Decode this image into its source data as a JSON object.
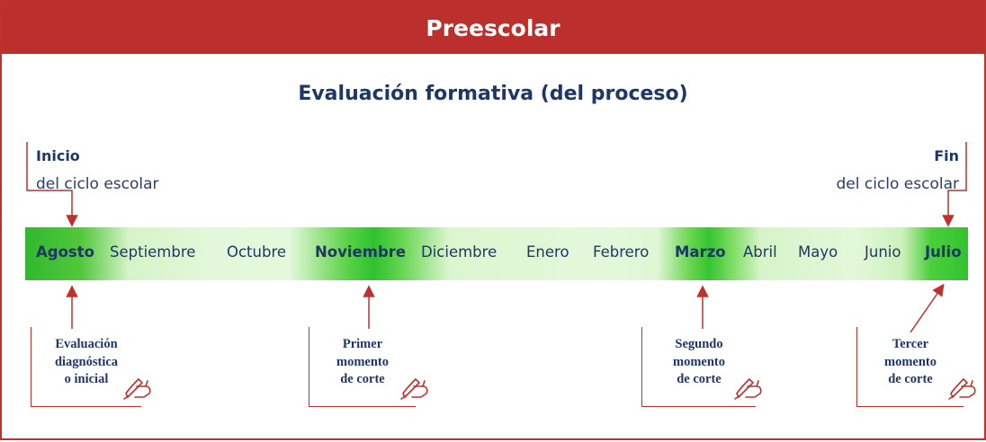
{
  "header": {
    "title": "Preescolar"
  },
  "subtitle": "Evaluación formativa (del proceso)",
  "start_label": {
    "bold": "Inicio",
    "text": "del ciclo escolar"
  },
  "end_label": {
    "bold": "Fin",
    "text": "del ciclo escolar"
  },
  "months": [
    {
      "label": "Agosto",
      "bold": true
    },
    {
      "label": "Septiembre",
      "bold": false
    },
    {
      "label": "Octubre",
      "bold": false
    },
    {
      "label": "Noviembre",
      "bold": true
    },
    {
      "label": "Diciembre",
      "bold": false
    },
    {
      "label": "Enero",
      "bold": false
    },
    {
      "label": "Febrero",
      "bold": false
    },
    {
      "label": "Marzo",
      "bold": true
    },
    {
      "label": "Abril",
      "bold": false
    },
    {
      "label": "Mayo",
      "bold": false
    },
    {
      "label": "Junio",
      "bold": false
    },
    {
      "label": "Julio",
      "bold": true
    }
  ],
  "evaluations": [
    {
      "lines": [
        "Evaluación",
        "diagnóstica",
        "o inicial"
      ]
    },
    {
      "lines": [
        "Primer",
        "momento",
        "de corte"
      ]
    },
    {
      "lines": [
        "Segundo",
        "momento",
        "de corte"
      ]
    },
    {
      "lines": [
        "Tercer",
        "momento",
        "de corte"
      ]
    }
  ],
  "colors": {
    "accent_red": "#bb302d",
    "text_navy": "#1f3767",
    "bar_green": "#32c22f"
  },
  "icons": {
    "evaluation": "writing-hand-icon"
  }
}
